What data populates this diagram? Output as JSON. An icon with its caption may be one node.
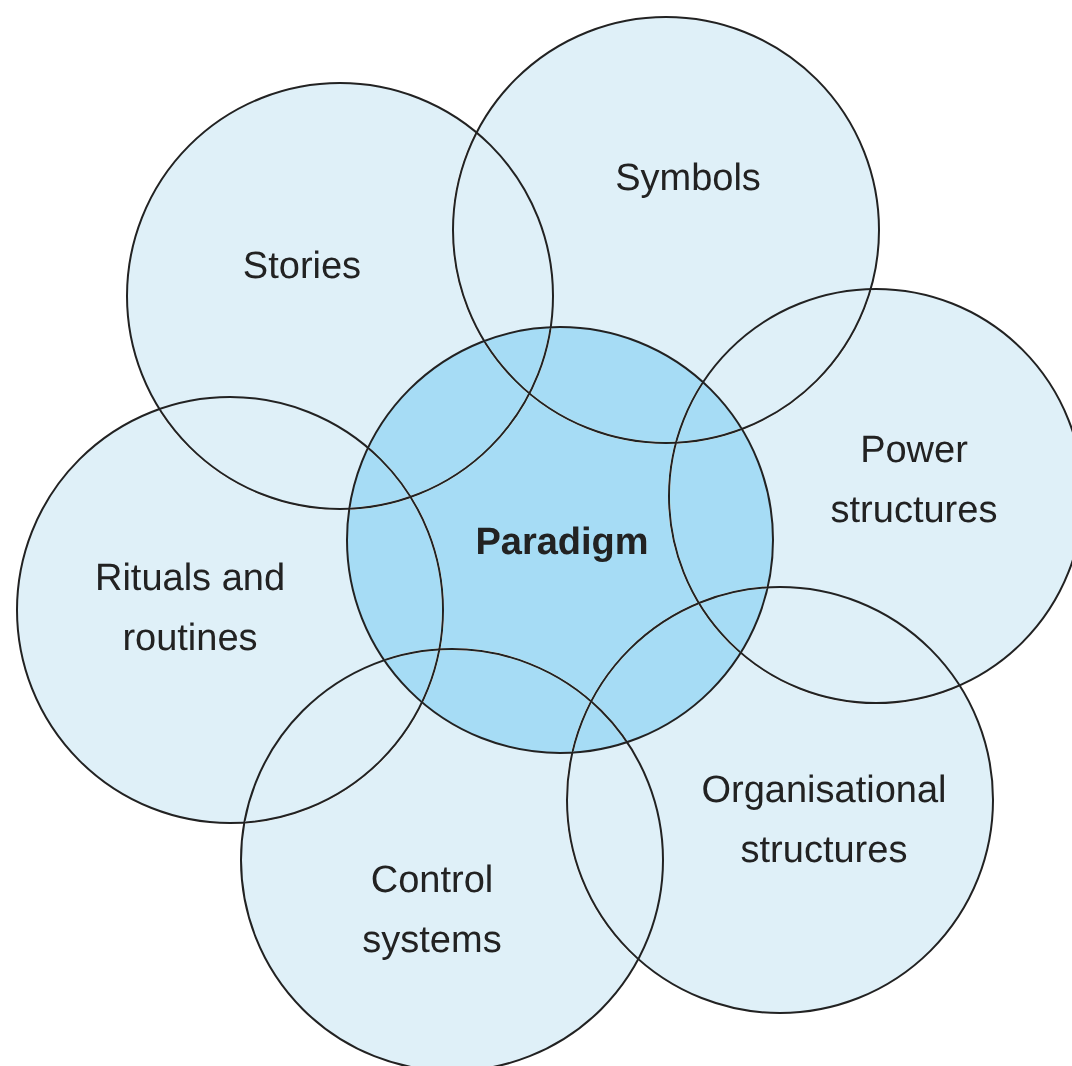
{
  "diagram": {
    "nodes": [
      {
        "text": [
          "Symbols"
        ]
      },
      {
        "text": [
          "Stories"
        ]
      },
      {
        "text": [
          "Power structures"
        ]
      },
      {
        "text": [
          "Rituals and routines"
        ]
      },
      {
        "text": [
          "Organisational structures"
        ]
      },
      {
        "text": [
          "Control systems"
        ]
      },
      {
        "text": [
          "Paradigm"
        ]
      }
    ]
  }
}
